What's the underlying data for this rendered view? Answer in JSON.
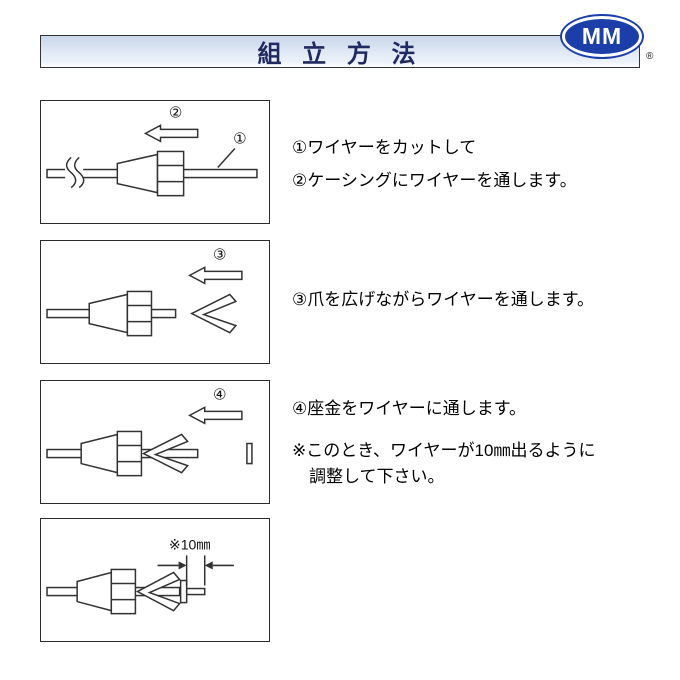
{
  "header": {
    "title": "組 立 方 法",
    "logo_text": "MM",
    "registered_mark": "®"
  },
  "colors": {
    "logo_blue": "#1c3ea8",
    "title_navy": "#202a60",
    "line_color": "#333333",
    "header_gradient_top": "#c9d7ea"
  },
  "steps": [
    {
      "diagram": {
        "arrow_label": "②",
        "wire_label": "①"
      },
      "lines": [
        "①ワイヤーをカットして",
        "②ケーシングにワイヤーを通します。"
      ]
    },
    {
      "diagram": {
        "arrow_label": "③"
      },
      "lines": [
        "③爪を広げながらワイヤーを通します。"
      ]
    },
    {
      "diagram": {
        "arrow_label": "④"
      },
      "lines": [
        "④座金をワイヤーに通します。"
      ],
      "note_lines": [
        "※このとき、ワイヤーが10㎜出るように",
        "調整して下さい。"
      ]
    },
    {
      "diagram": {
        "dimension_label": "※10㎜"
      },
      "lines": []
    }
  ]
}
